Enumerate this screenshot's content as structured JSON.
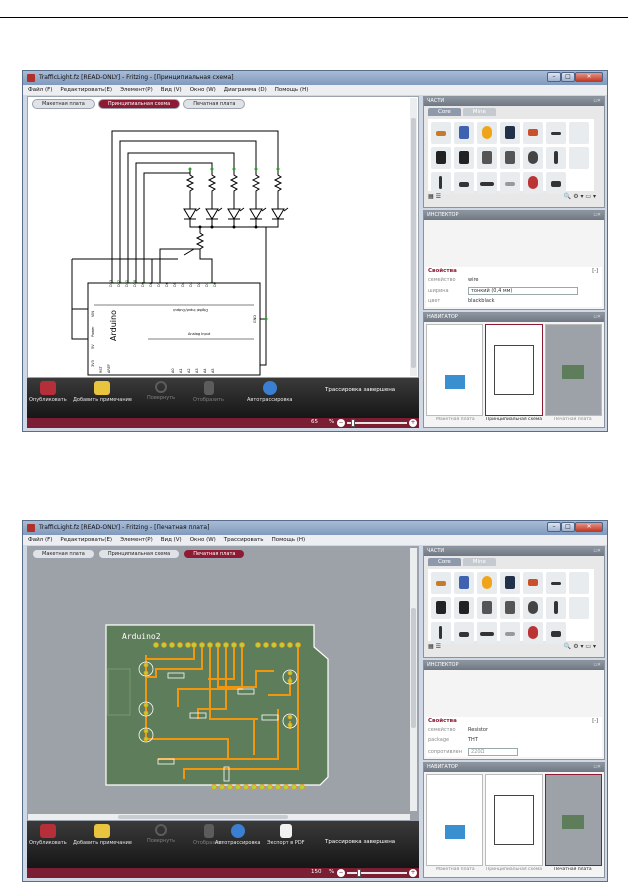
{
  "window1": {
    "title": "TrafficLight.fz [READ-ONLY]  - Fritzing - [Принципиальная схема]",
    "active_tab": 1
  },
  "window2": {
    "title": "TrafficLight.fz [READ-ONLY]  - Fritzing - [Печатная плата]",
    "active_tab": 2
  },
  "menu1": [
    "Файл (F)",
    "Редактировать(E)",
    "Элемент(P)",
    "Вид (V)",
    "Окно (W)",
    "Диаграмма (D)",
    "Помощь (H)"
  ],
  "menu2": [
    "Файл (F)",
    "Редактировать(E)",
    "Элемент(P)",
    "Вид (V)",
    "Окно (W)",
    "Трассировать",
    "Помощь (H)"
  ],
  "tabs": [
    "Макетная плата",
    "Принципиальная схема",
    "Печатная плата"
  ],
  "toolbar": {
    "publish": "Опубликовать",
    "add_note": "Добавить примечание",
    "rotate": "Повернуть",
    "flip": "Отобразить",
    "autoroute": "Автотрассировка",
    "export_pdf": "Экспорт в PDF",
    "status": "Трассировка завершена"
  },
  "zoom1": "65",
  "zoom2": "150",
  "zoom_unit": "%",
  "parts": {
    "title": "ЧАСТИ",
    "tabs": [
      "Core",
      "Mine"
    ]
  },
  "inspector1": {
    "title": "ИНСПЕКТОР",
    "props_title": "Свойства",
    "props_bracket": "[-]",
    "rows": [
      {
        "k": "семейство",
        "v": "wire"
      },
      {
        "k": "ширина",
        "v": "тонкий (0,4 мм)"
      },
      {
        "k": "цвет",
        "v": "blackblack"
      }
    ]
  },
  "inspector2": {
    "title": "ИНСПЕКТОР",
    "props_title": "Свойства",
    "props_bracket": "[-]",
    "rows": [
      {
        "k": "семейство",
        "v": "Resistor"
      },
      {
        "k": "package",
        "v": "THT"
      },
      {
        "k": "сопротивлен",
        "v": "220Ω"
      }
    ]
  },
  "navigator": {
    "title": "НАВИГАТОР",
    "labels": [
      "Макетная плата",
      "Принципиальная схема",
      "Печатная плата"
    ]
  },
  "schematic": {
    "chip_label": "Arduino",
    "digital_label": "Digital Input/Output",
    "analog_label": "Analog Input",
    "pins_top": [
      "D13",
      "D12",
      "D11",
      "D10",
      "D9",
      "D8",
      "D7",
      "D6",
      "D5",
      "D4",
      "D3",
      "D2",
      "D1",
      "D0"
    ],
    "pins_bottom": [
      "RST",
      "AREF",
      "A0",
      "A1",
      "A2",
      "A3",
      "A4",
      "A5"
    ],
    "pins_left": [
      "VIN",
      "Power",
      "5V",
      "3V3"
    ],
    "pin_right": "GND"
  },
  "pcb": {
    "board_label": "Arduino2"
  },
  "colors": {
    "accent": "#8e1b34",
    "statusbar": "#7b1e33",
    "trace": "#f2960e",
    "board": "#5e7d5a"
  }
}
